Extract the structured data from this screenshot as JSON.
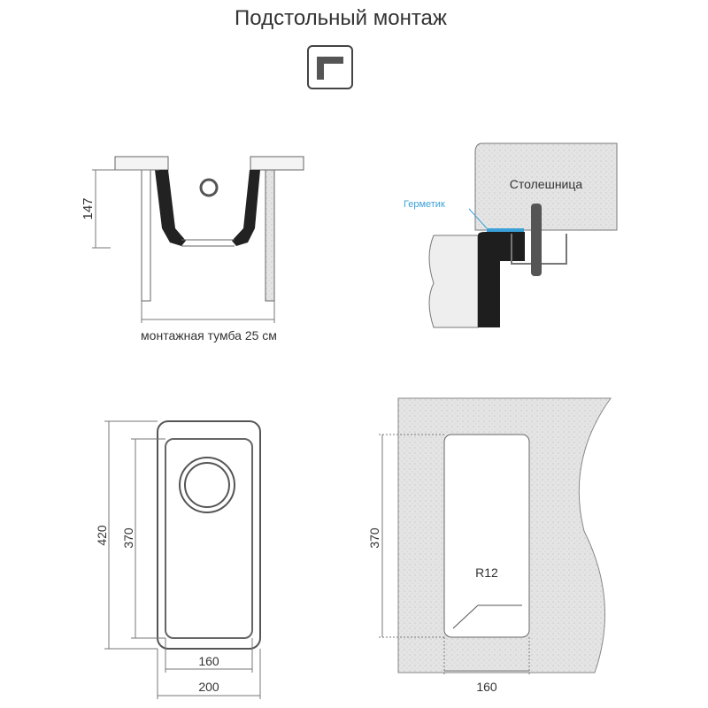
{
  "title": "Подстольный монтаж",
  "side_view": {
    "depth_label": "147",
    "cabinet_label": "монтажная тумба 25 см"
  },
  "detail_view": {
    "countertop_label": "Столешница",
    "sealant_label": "Герметик"
  },
  "top_view": {
    "outer_length": "420",
    "inner_length": "370",
    "inner_width": "160",
    "outer_width": "200"
  },
  "cutout_view": {
    "length": "370",
    "radius": "R12",
    "width": "160"
  },
  "colors": {
    "sealant": "#3aa0d8",
    "sink": "#222222",
    "countertop": "#e6e6e6"
  }
}
